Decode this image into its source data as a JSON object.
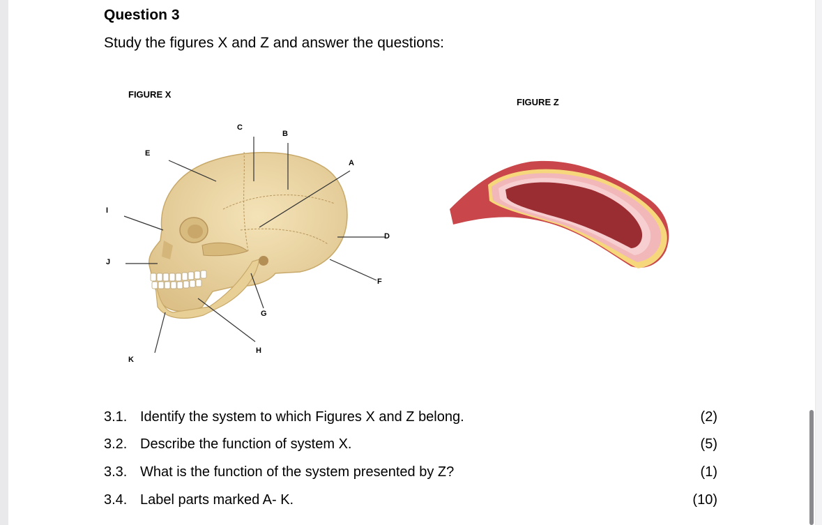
{
  "question": {
    "title": "Question 3",
    "intro": "Study the figures X and Z and answer the questions:"
  },
  "figure_x": {
    "caption": "FIGURE X",
    "labels": {
      "a": "A",
      "b": "B",
      "c": "C",
      "d": "D",
      "e": "E",
      "f": "F",
      "g": "G",
      "h": "H",
      "i": "I",
      "j": "J",
      "k": "K"
    },
    "image": "skull-lateral-view"
  },
  "figure_z": {
    "caption": "FIGURE Z",
    "image": "blood-vessel-cross-section"
  },
  "questions": [
    {
      "num": "3.1.",
      "text": "Identify the system to which Figures X and Z belong.",
      "marks": "(2)"
    },
    {
      "num": "3.2.",
      "text": "Describe the function of system X.",
      "marks": "(5)"
    },
    {
      "num": "3.3.",
      "text": "What is the function of the system presented by Z?",
      "marks": "(1)"
    },
    {
      "num": "3.4.",
      "text": "Label parts marked A- K.",
      "marks": "(10)"
    }
  ],
  "colors": {
    "bone": "#eed9a6",
    "bone_shadow": "#d9bf82",
    "vessel_outer": "#c9474a",
    "vessel_inner": "#f2b7b9",
    "lumen": "#9a2d32",
    "scrollbar_thumb": "#8a8a8e"
  }
}
